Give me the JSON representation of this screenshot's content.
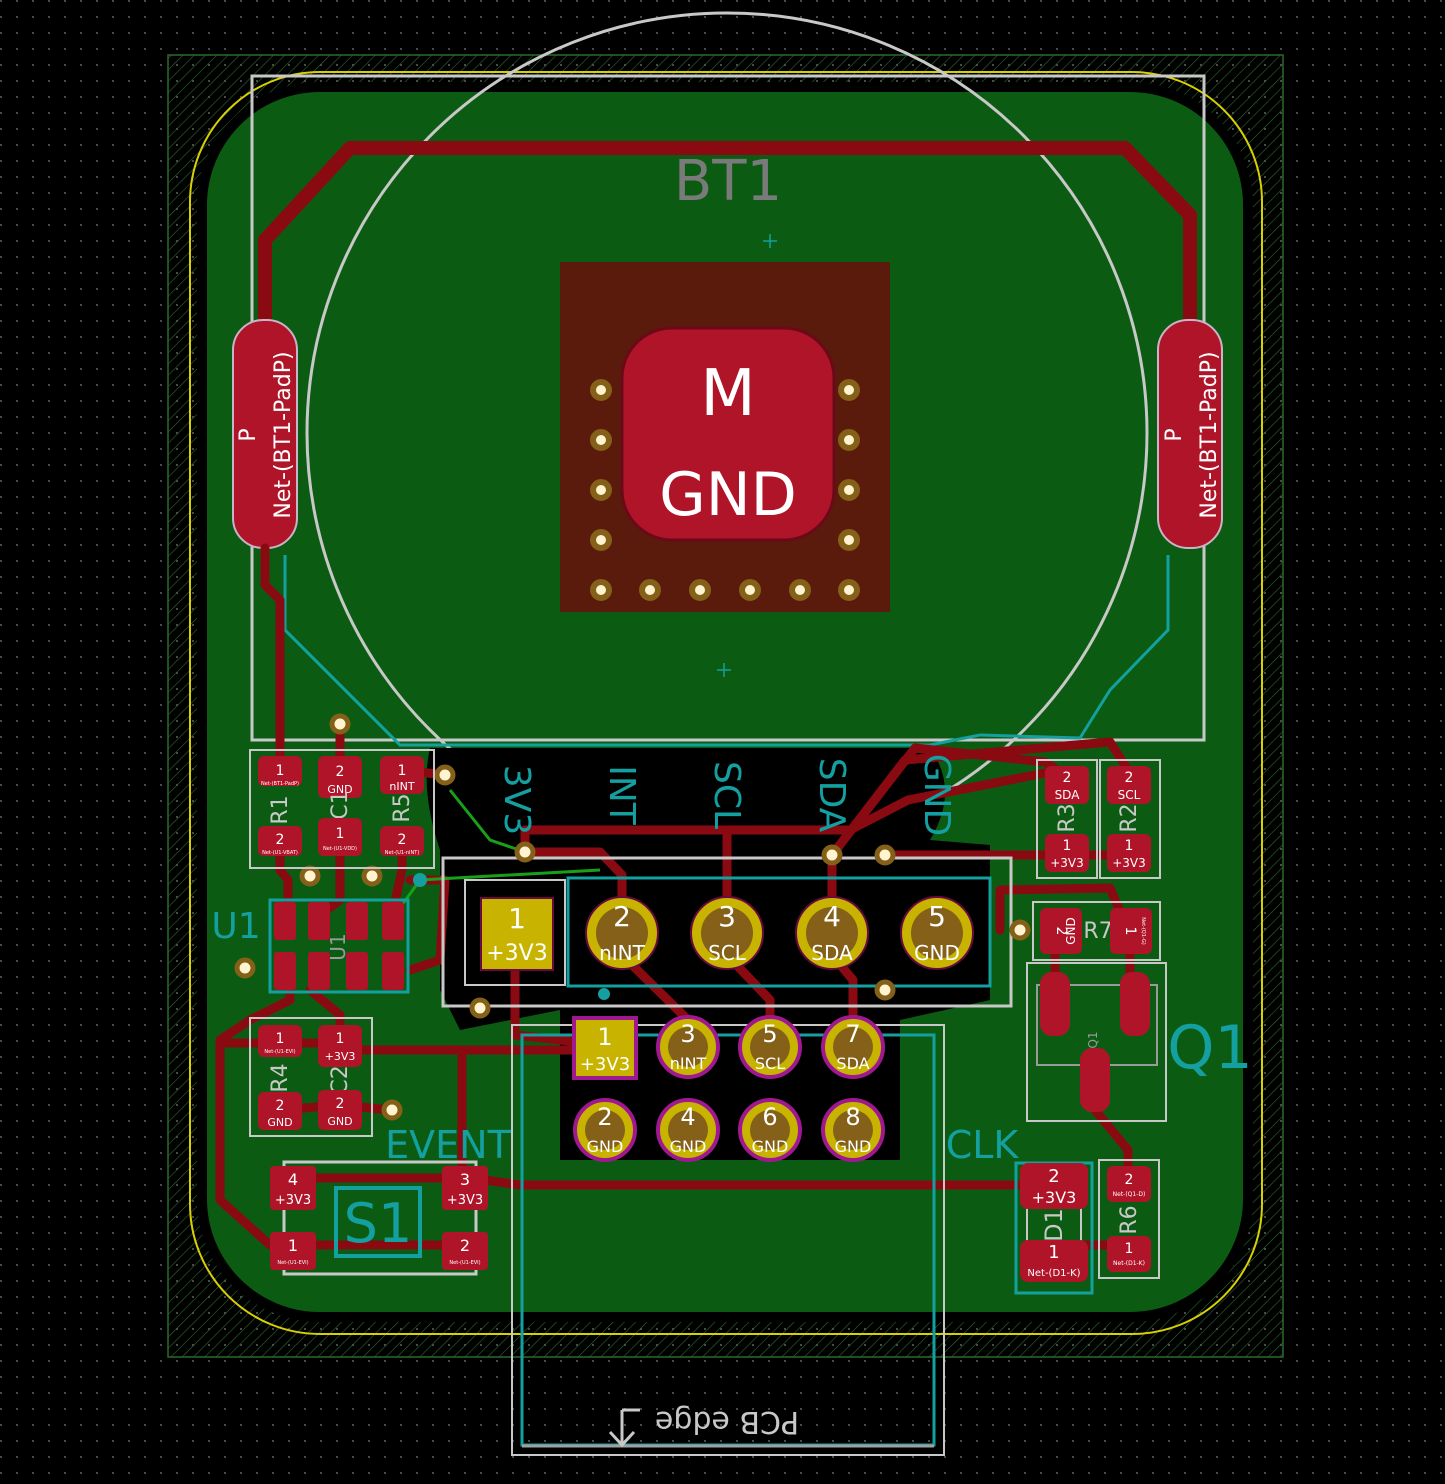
{
  "board": {
    "colors": {
      "background": "#000000",
      "grid_dot": "#4a4a4a",
      "fill": "#0b5c12",
      "track": "#8a0a12",
      "track_bright": "#a0101a",
      "smd_pad": "#b01428",
      "th_ring": "#c8b400",
      "th_hole": "#846018",
      "silk": "#c8c8c8",
      "fab": "#14a0a0",
      "outline_yellow": "#d8d000",
      "inner_track": "#18a018",
      "module_fill": "#5a1a0c"
    },
    "battery": {
      "ref": "BT1",
      "left_pad": {
        "num": "P",
        "net": "Net-(BT1-PadP)"
      },
      "right_pad": {
        "num": "P",
        "net": "Net-(BT1-PadP)"
      }
    },
    "module_pad": {
      "num": "M",
      "net": "GND"
    },
    "header_labels": [
      "3V3",
      "INT",
      "SCL",
      "SDA",
      "GND"
    ],
    "header_pins": [
      {
        "num": "1",
        "net": "+3V3"
      },
      {
        "num": "2",
        "net": "nINT"
      },
      {
        "num": "3",
        "net": "SCL"
      },
      {
        "num": "4",
        "net": "SDA"
      },
      {
        "num": "5",
        "net": "GND"
      }
    ],
    "connector_top": [
      {
        "num": "1",
        "net": "+3V3"
      },
      {
        "num": "3",
        "net": "nINT"
      },
      {
        "num": "5",
        "net": "SCL"
      },
      {
        "num": "7",
        "net": "SDA"
      }
    ],
    "connector_bottom": [
      {
        "num": "2",
        "net": "GND"
      },
      {
        "num": "4",
        "net": "GND"
      },
      {
        "num": "6",
        "net": "GND"
      },
      {
        "num": "8",
        "net": "GND"
      }
    ],
    "small_parts": {
      "R1": {
        "ref": "R1",
        "pad1": "1",
        "pad1_net": "Net-(BT1-PadP)",
        "pad2": "2",
        "pad2_net": "Net-(U1-VBAT)"
      },
      "C1": {
        "ref": "C1",
        "pad1": "1",
        "pad1_net": "Net-(U1-VDD)",
        "pad2": "2",
        "pad2_net": "GND"
      },
      "R5": {
        "ref": "R5",
        "pad1": "1",
        "pad1_net": "nINT",
        "pad2": "2",
        "pad2_net": "Net-(U1-nINT)"
      },
      "R4": {
        "ref": "R4",
        "pad1": "1",
        "pad1_net": "Net-(U1-EVI)",
        "pad2": "2",
        "pad2_net": "GND"
      },
      "C2": {
        "ref": "C2",
        "pad1": "1",
        "pad1_net": "+3V3",
        "pad2": "2",
        "pad2_net": "GND"
      },
      "R3": {
        "ref": "R3",
        "pad1": "1",
        "pad1_net": "+3V3",
        "pad2": "2",
        "pad2_net": "SDA"
      },
      "R2": {
        "ref": "R2",
        "pad1": "1",
        "pad1_net": "+3V3",
        "pad2": "2",
        "pad2_net": "SCL"
      },
      "R7": {
        "ref": "R7",
        "pad1": "1",
        "pad1_net": "Net-(Q1-G)",
        "pad2": "2",
        "pad2_net": "GND"
      },
      "R6": {
        "ref": "R6",
        "pad1": "1",
        "pad1_net": "Net-(D1-K)",
        "pad2": "2",
        "pad2_net": "Net-(Q1-D)"
      },
      "D1": {
        "ref": "D1",
        "pad1": "1",
        "pad1_net": "Net-(D1-K)",
        "pad2": "2",
        "pad2_net": "+3V3"
      }
    },
    "U1": {
      "ref": "U1",
      "body_label": "U1"
    },
    "Q1": {
      "ref": "Q1",
      "body_label": "Q1"
    },
    "S1": {
      "ref": "S1",
      "pads": [
        {
          "num": "4",
          "net": "+3V3"
        },
        {
          "num": "3",
          "net": "+3V3"
        },
        {
          "num": "1",
          "net": "Net-(U1-EVI)"
        },
        {
          "num": "2",
          "net": "Net-(U1-EVI)"
        }
      ]
    },
    "labels": {
      "event": "EVENT",
      "clk": "CLK",
      "pcb_edge": "PCB edge"
    }
  }
}
